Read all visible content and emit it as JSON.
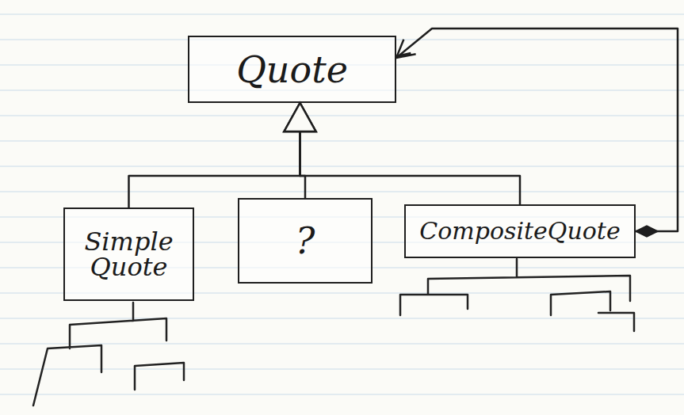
{
  "diagram": {
    "nodes": [
      {
        "text": [
          "Quote"
        ]
      },
      {
        "text": [
          "Simple Quote"
        ]
      },
      {
        "text": [
          "?"
        ]
      },
      {
        "text": [
          "CompositeQuote"
        ]
      }
    ],
    "edges": [
      {
        "from": 1,
        "to": 0,
        "arrow": "to"
      },
      {
        "from": 2,
        "to": 0,
        "arrow": "to"
      },
      {
        "from": 3,
        "to": 0,
        "arrow": "to"
      },
      {
        "from": 3,
        "to": 0,
        "arrow": "both"
      }
    ]
  }
}
